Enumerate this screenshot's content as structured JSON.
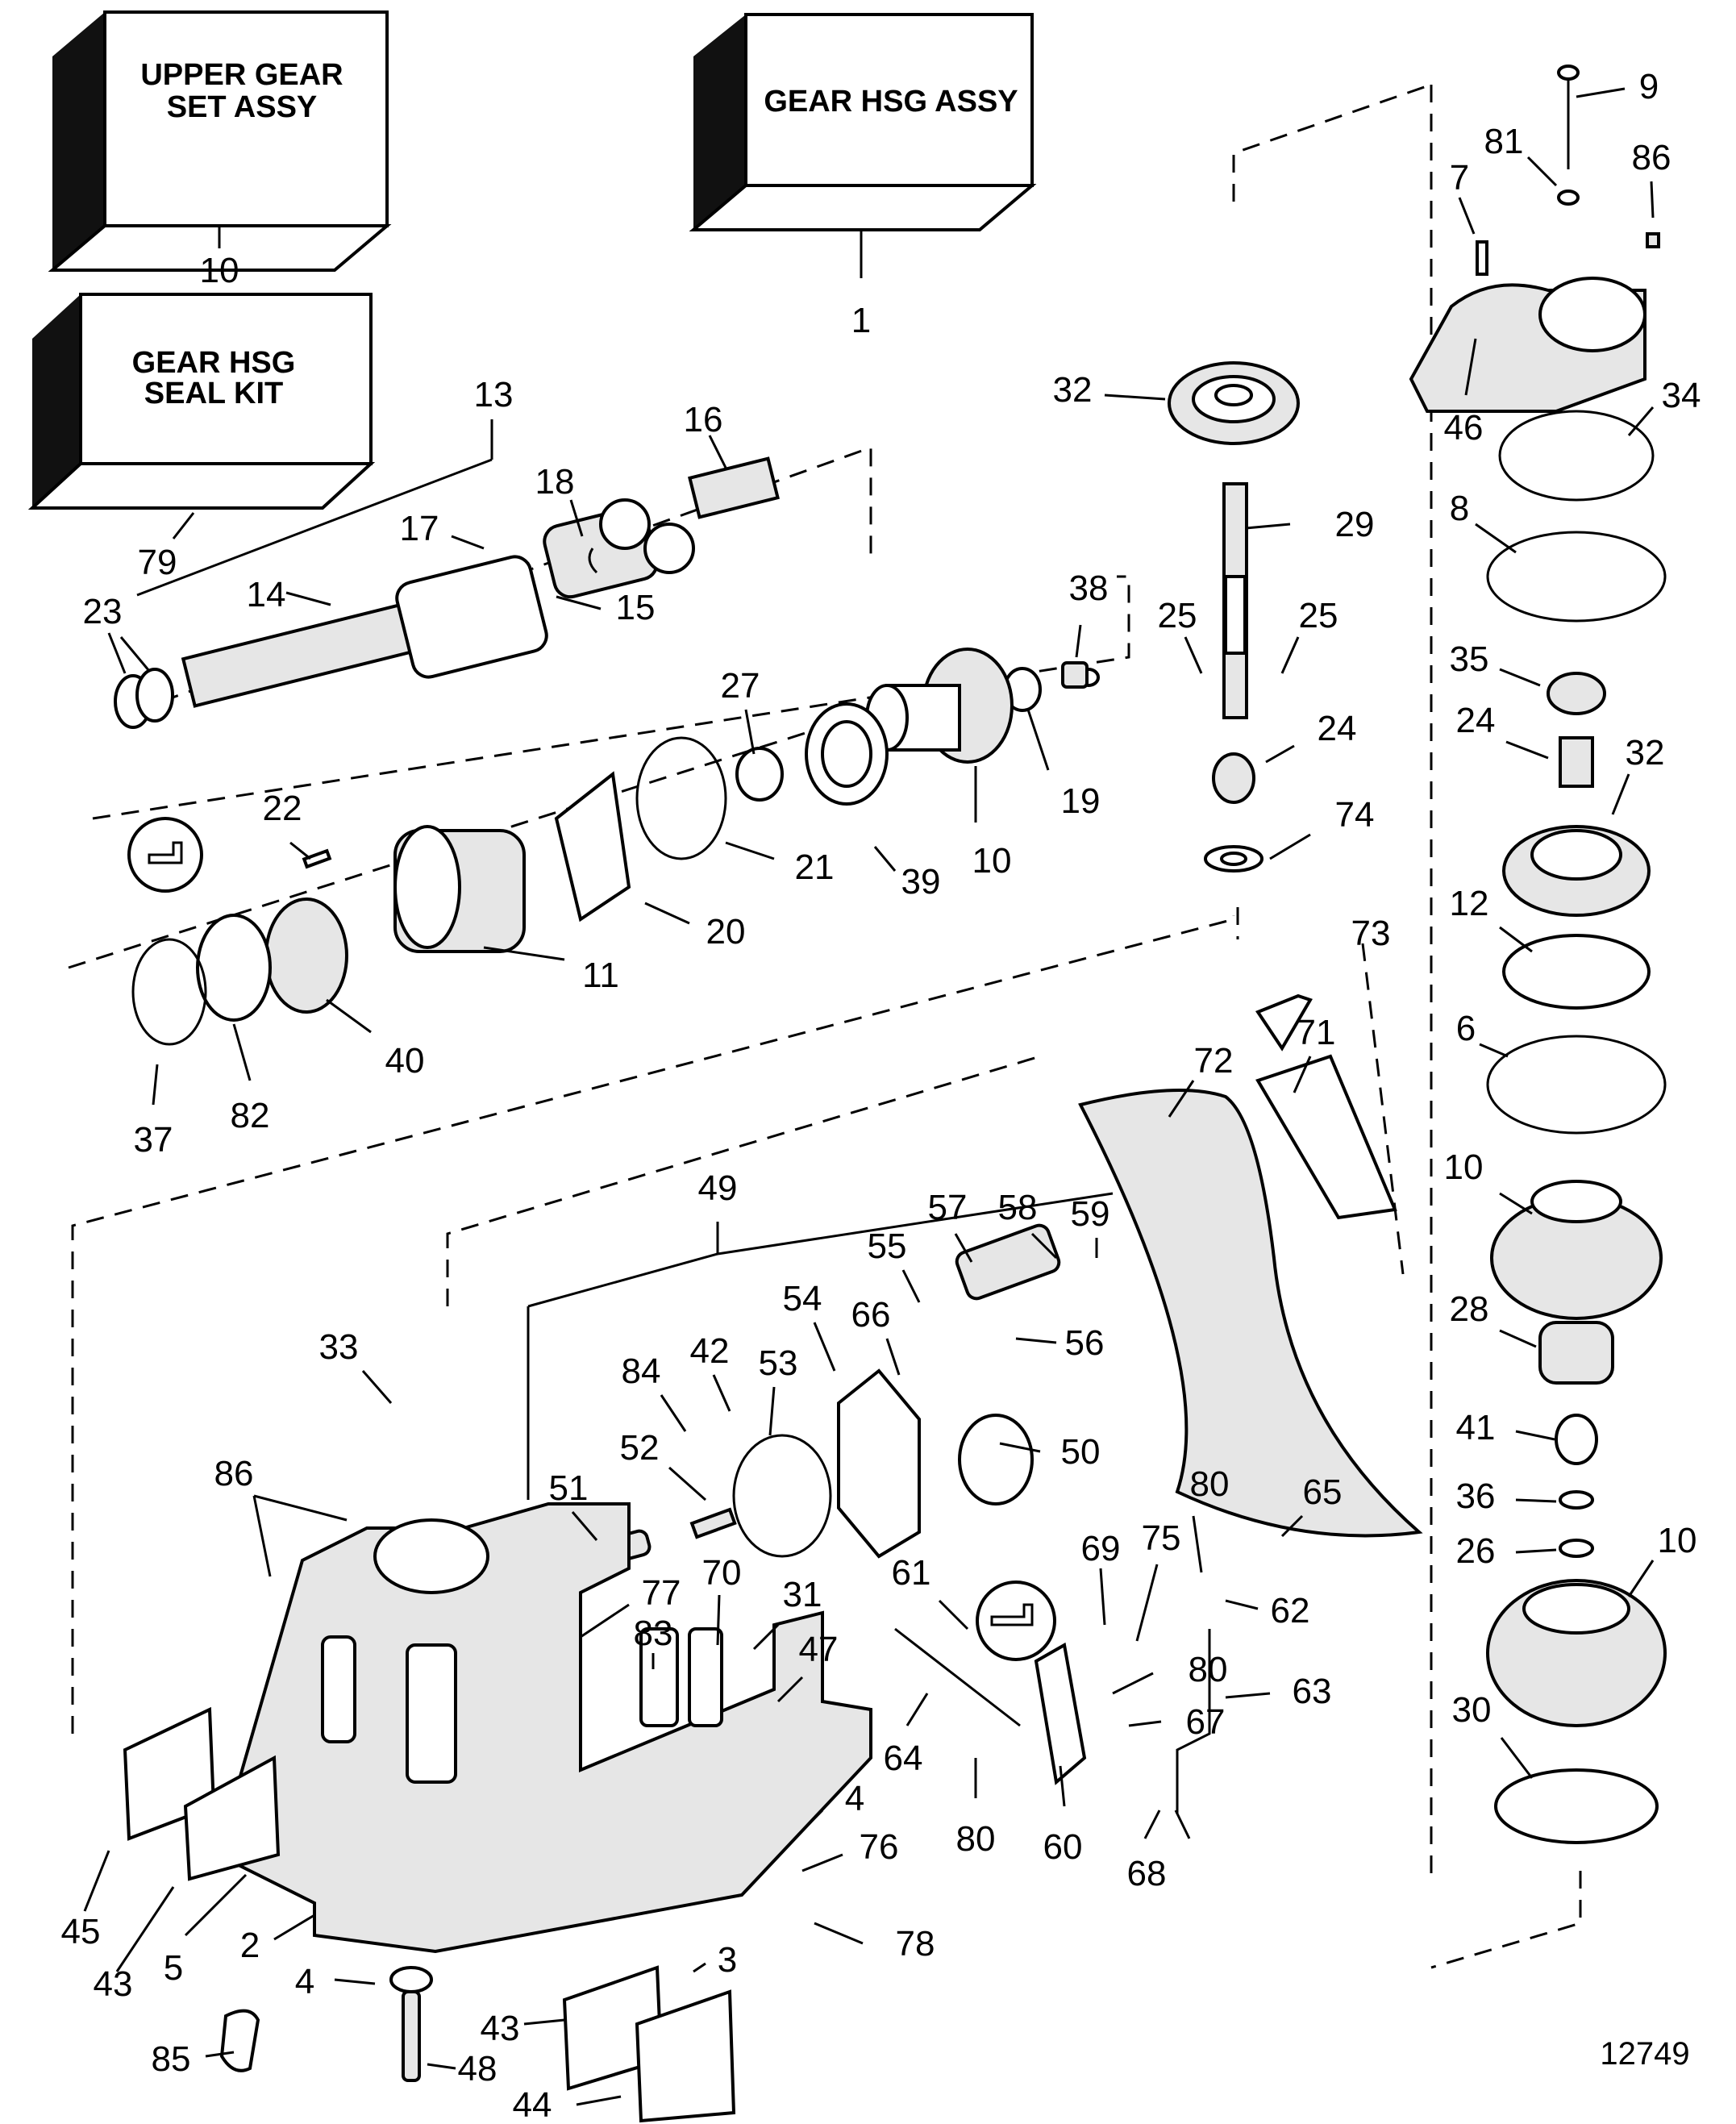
{
  "kit_boxes": {
    "upper_gear_set": {
      "line1": "UPPER GEAR",
      "line2": "SET ASSY",
      "number": "10"
    },
    "gear_hsg_assy": {
      "line1": "GEAR HSG ASSY",
      "number": "1"
    },
    "gear_hsg_seal_kit": {
      "line1": "GEAR HSG",
      "line2": "SEAL KIT",
      "number": "79"
    }
  },
  "callouts": [
    "13",
    "16",
    "18",
    "17",
    "14",
    "15",
    "23",
    "38",
    "25",
    "25",
    "27",
    "19",
    "39",
    "10",
    "21",
    "22",
    "20",
    "11",
    "40",
    "82",
    "37",
    "29",
    "32",
    "9",
    "81",
    "7",
    "86",
    "46",
    "34",
    "8",
    "35",
    "24",
    "32",
    "24",
    "74",
    "12",
    "6",
    "73",
    "72",
    "71",
    "10",
    "28",
    "41",
    "36",
    "26",
    "10",
    "30",
    "49",
    "57",
    "58",
    "59",
    "55",
    "56",
    "54",
    "66",
    "53",
    "42",
    "84",
    "52",
    "50",
    "51",
    "33",
    "86",
    "77",
    "83",
    "70",
    "31",
    "47",
    "61",
    "64",
    "80",
    "69",
    "75",
    "80",
    "80",
    "67",
    "63",
    "65",
    "62",
    "60",
    "68",
    "4",
    "76",
    "78",
    "3",
    "2",
    "5",
    "43",
    "45",
    "4",
    "48",
    "85",
    "43",
    "44"
  ],
  "figure_number": "12749"
}
